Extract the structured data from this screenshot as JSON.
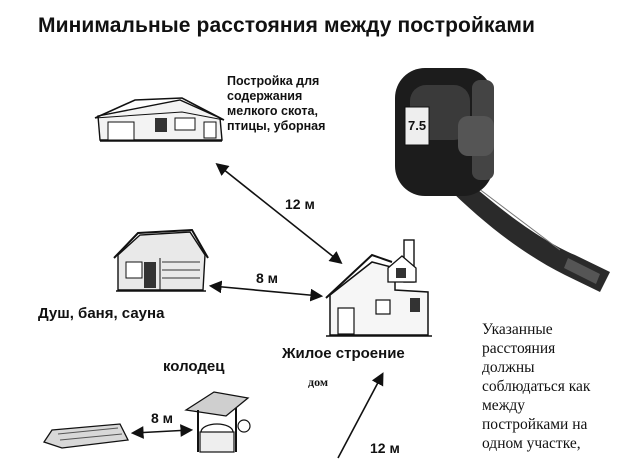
{
  "title": "Минимальные расстояния между постройками",
  "labels": {
    "livestock": [
      "Постройка для",
      "содержания",
      "мелкого скота,",
      "птицы, уборная"
    ],
    "bath": "Душ, баня, сауна",
    "well": "колодец",
    "house": "Жилое строение",
    "house_sub": "дом"
  },
  "distances": {
    "livestock_house": "12 м",
    "bath_house": "8 м",
    "well_pond": "8 м",
    "bottom": "12 м"
  },
  "note": [
    "Указанные",
    "расстояния",
    "должны",
    "соблюдаться как",
    "между",
    "постройками на",
    "одном участке,"
  ],
  "icons": {
    "tape": "tape-measure-icon",
    "barn": "barn-icon",
    "bathhouse": "bathhouse-icon",
    "house": "house-icon",
    "well": "well-icon",
    "pond": "pond-icon"
  }
}
